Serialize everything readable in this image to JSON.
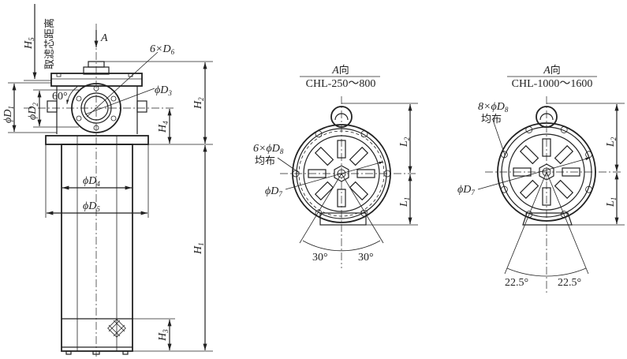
{
  "left_view": {
    "arrow_label": "A",
    "h5": {
      "main": "H",
      "sub": "5"
    },
    "h5_note": "取滤芯距离",
    "d6": {
      "prefix": "6×",
      "main": "D",
      "sub": "6"
    },
    "d3": {
      "prefix": "ϕ",
      "main": "D",
      "sub": "3"
    },
    "angle": "60°",
    "d1": {
      "prefix": "ϕ",
      "main": "D",
      "sub": "1"
    },
    "d2": {
      "prefix": "ϕ",
      "main": "D",
      "sub": "2"
    },
    "h2": {
      "main": "H",
      "sub": "2"
    },
    "h4": {
      "main": "H",
      "sub": "4"
    },
    "d4": {
      "prefix": "ϕ",
      "main": "D",
      "sub": "4"
    },
    "d5": {
      "prefix": "ϕ",
      "main": "D",
      "sub": "5"
    },
    "h1": {
      "main": "H",
      "sub": "1"
    },
    "h3": {
      "main": "H",
      "sub": "3"
    }
  },
  "middle_view": {
    "title_top": {
      "main": "A",
      "suffix": "向"
    },
    "title_bottom": "CHL-250～800",
    "d8": {
      "prefix": "6×ϕ",
      "main": "D",
      "sub": "8"
    },
    "d8_note": "均布",
    "d7": {
      "prefix": "ϕ",
      "main": "D",
      "sub": "7"
    },
    "l2": {
      "main": "L",
      "sub": "2"
    },
    "l1": {
      "main": "L",
      "sub": "1"
    },
    "angle_left": "30°",
    "angle_right": "30°"
  },
  "right_view": {
    "title_top": {
      "main": "A",
      "suffix": "向"
    },
    "title_bottom": "CHL-1000～1600",
    "d8": {
      "prefix": "8×ϕ",
      "main": "D",
      "sub": "8"
    },
    "d8_note": "均布",
    "d7": {
      "prefix": "ϕ",
      "main": "D",
      "sub": "7"
    },
    "l2": {
      "main": "L",
      "sub": "2"
    },
    "l1": {
      "main": "L",
      "sub": "1"
    },
    "angle_left": "22.5°",
    "angle_right": "22.5°"
  }
}
